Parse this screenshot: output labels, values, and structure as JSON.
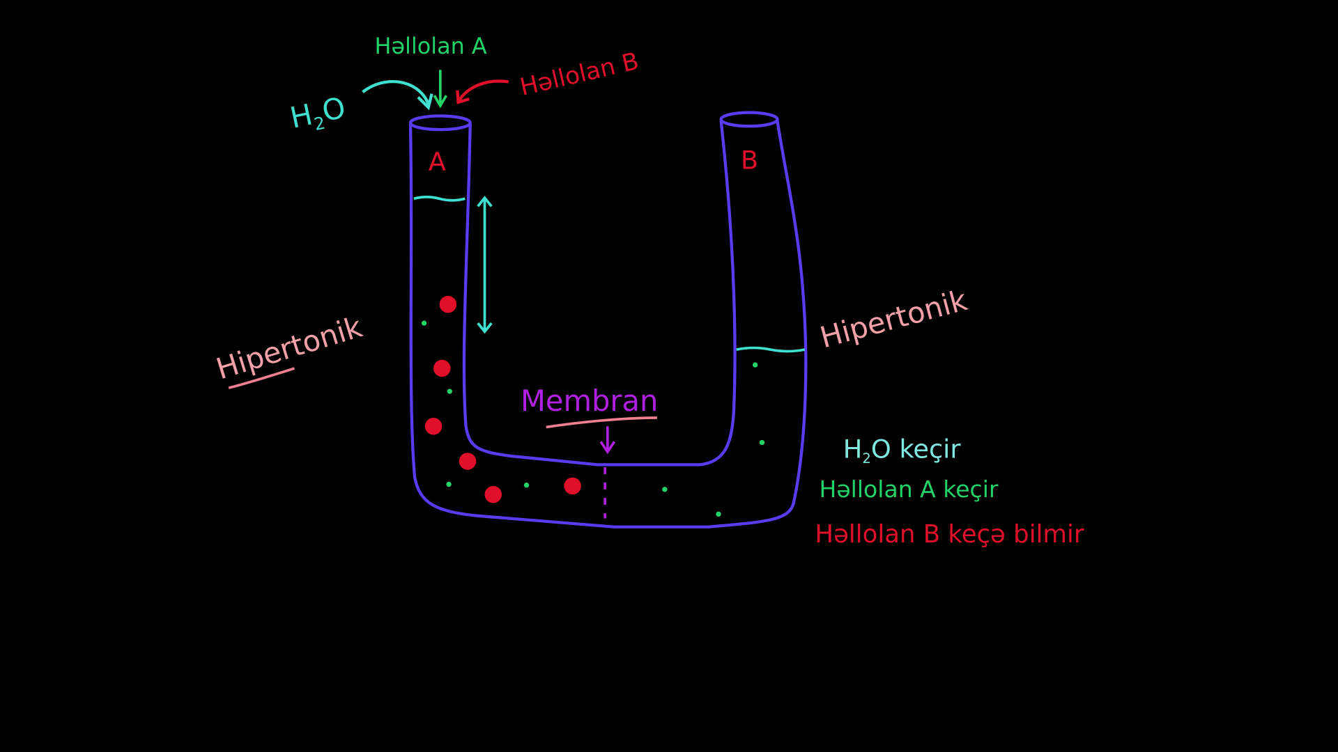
{
  "labels": {
    "solute_a": "Həllolan A",
    "solute_b": "Həllolan B",
    "water": "H",
    "water_sub": "2",
    "water_o": "O",
    "side_a": "A",
    "side_b": "B",
    "hypertonic_left": "Hipertonik",
    "hypertonic_right": "Hipertonik",
    "membrane": "Membran"
  },
  "legend": {
    "water_h": "H",
    "water_sub": "2",
    "water_rest": "O keçir",
    "solute_a": "Həllolan A keçir",
    "solute_b": "Həllolan B keçə bilmir"
  },
  "colors": {
    "tube": "#5a3cf0",
    "water": "#3fe0d0",
    "solute_a": "#22d468",
    "solute_b": "#e0102a",
    "hypertonic": "#f4a0a8",
    "membrane": "#b020e0"
  }
}
